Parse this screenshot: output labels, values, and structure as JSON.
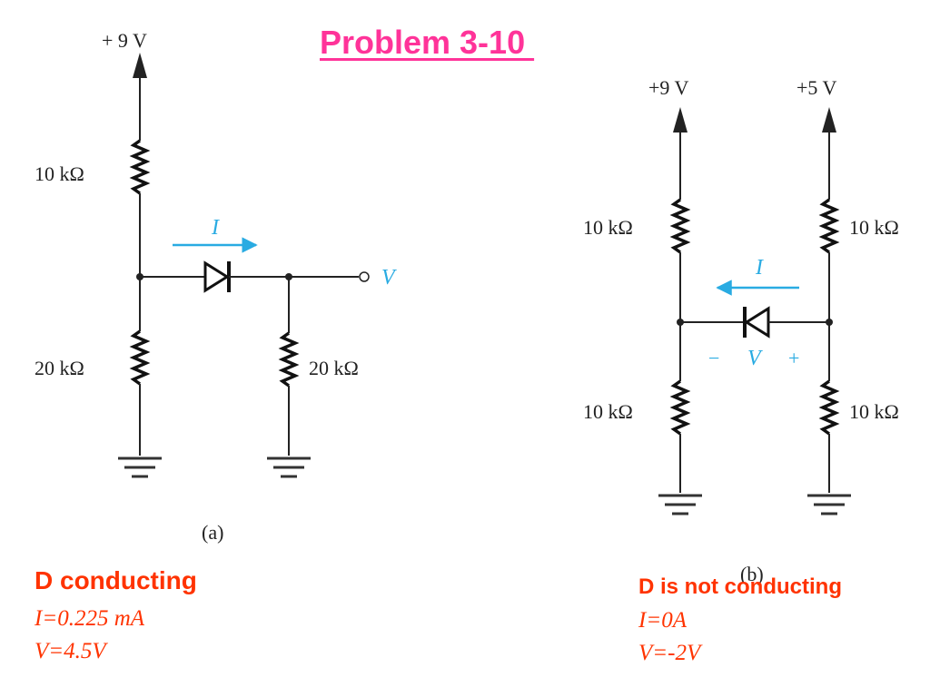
{
  "title": "Problem 3-10 ",
  "circuit_a": {
    "supply": "+ 9 V",
    "r_top": "10 kΩ",
    "r_bottom_left": "20 kΩ",
    "r_bottom_right": "20 kΩ",
    "current_label": "I",
    "output_label": "V",
    "caption": "(a)"
  },
  "circuit_b": {
    "supply_left": "+9 V",
    "supply_right": "+5 V",
    "r_left_top": "10 kΩ",
    "r_right_top": "10 kΩ",
    "r_left_bottom": "10 kΩ",
    "r_right_bottom": "10 kΩ",
    "current_label": "I",
    "minus_sign": "−",
    "voltage_label": "V",
    "plus_sign": "+",
    "caption": "(b)"
  },
  "answer_a": {
    "heading": "D conducting",
    "current": "I=0.225 mA",
    "voltage": "V=4.5V"
  },
  "answer_b": {
    "heading": "D is not conducting",
    "current": "I=0A",
    "voltage": "V=-2V"
  },
  "colors": {
    "title": "#ff3399",
    "answers": "#ff3300",
    "annotation": "#29abe2",
    "ink": "#222222"
  }
}
